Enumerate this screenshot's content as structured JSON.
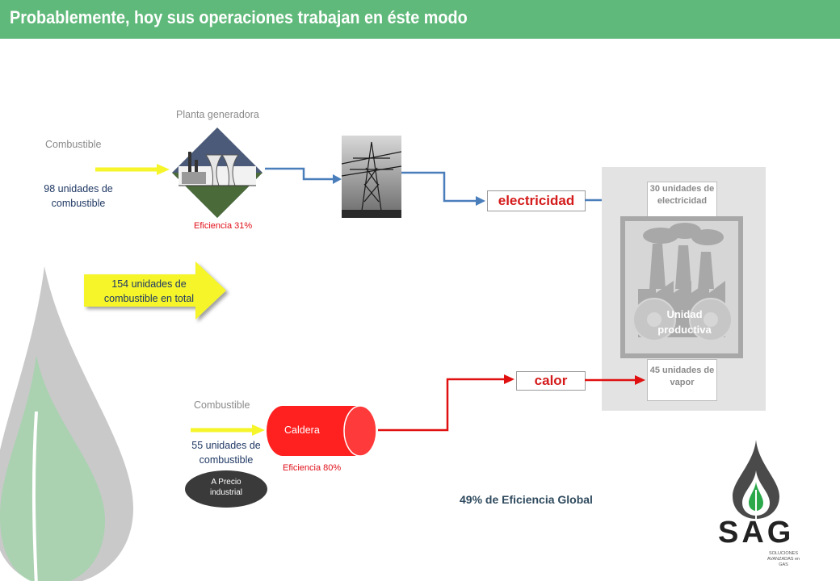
{
  "header": {
    "title": "Probablemente, hoy sus operaciones trabajan en éste modo"
  },
  "top": {
    "plant_label": "Planta generadora",
    "fuel_label": "Combustible",
    "fuel_units": "98 unidades de combustible",
    "efficiency": "Eficiencia 31%",
    "output_label": "electricidad"
  },
  "total": {
    "text": "154 unidades de combustible  en total"
  },
  "unit": {
    "electricity_units": "30 unidades de electricidad",
    "name": "Unidad productiva",
    "steam_units": "45 unidades de vapor"
  },
  "bottom": {
    "fuel_label": "Combustible",
    "fuel_units": "55 unidades de combustible",
    "boiler_label": "Caldera",
    "efficiency": "Eficiencia 80%",
    "output_label": "calor",
    "price_badge": "A Precio industrial"
  },
  "global_efficiency": "49% de Eficiencia Global",
  "logo": {
    "wordmark": "SAG",
    "tagline": "SOLUCIONES AVANZADAS en GAS"
  },
  "colors": {
    "header": "#5fb97a",
    "electric_line": "#4a7ebb",
    "heat_line": "#e01010",
    "fuel_arrow": "#f5f52a"
  },
  "icons": [
    "power-plant-icon",
    "transmission-tower-icon",
    "factory-icon",
    "gear-icon",
    "drop-logo-icon"
  ]
}
